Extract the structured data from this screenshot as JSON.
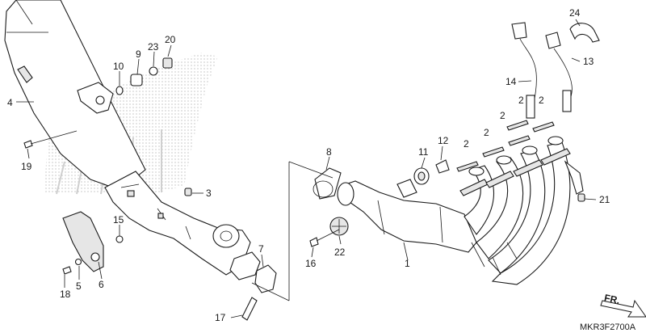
{
  "diagram": {
    "code": "MKR3F2700A",
    "front_marker": "FR.",
    "callouts": [
      {
        "id": "c1",
        "label": "1"
      },
      {
        "id": "c2a",
        "label": "2"
      },
      {
        "id": "c2b",
        "label": "2"
      },
      {
        "id": "c2c",
        "label": "2"
      },
      {
        "id": "c2d",
        "label": "2"
      },
      {
        "id": "c2e",
        "label": "2"
      },
      {
        "id": "c3",
        "label": "3"
      },
      {
        "id": "c4",
        "label": "4"
      },
      {
        "id": "c5",
        "label": "5"
      },
      {
        "id": "c6",
        "label": "6"
      },
      {
        "id": "c7",
        "label": "7"
      },
      {
        "id": "c8",
        "label": "8"
      },
      {
        "id": "c9",
        "label": "9"
      },
      {
        "id": "c10",
        "label": "10"
      },
      {
        "id": "c11",
        "label": "11"
      },
      {
        "id": "c12",
        "label": "12"
      },
      {
        "id": "c13",
        "label": "13"
      },
      {
        "id": "c14",
        "label": "14"
      },
      {
        "id": "c15",
        "label": "15"
      },
      {
        "id": "c16",
        "label": "16"
      },
      {
        "id": "c17",
        "label": "17"
      },
      {
        "id": "c18",
        "label": "18"
      },
      {
        "id": "c19",
        "label": "19"
      },
      {
        "id": "c20",
        "label": "20"
      },
      {
        "id": "c21",
        "label": "21"
      },
      {
        "id": "c22",
        "label": "22"
      },
      {
        "id": "c23",
        "label": "23"
      },
      {
        "id": "c24",
        "label": "24"
      }
    ]
  }
}
